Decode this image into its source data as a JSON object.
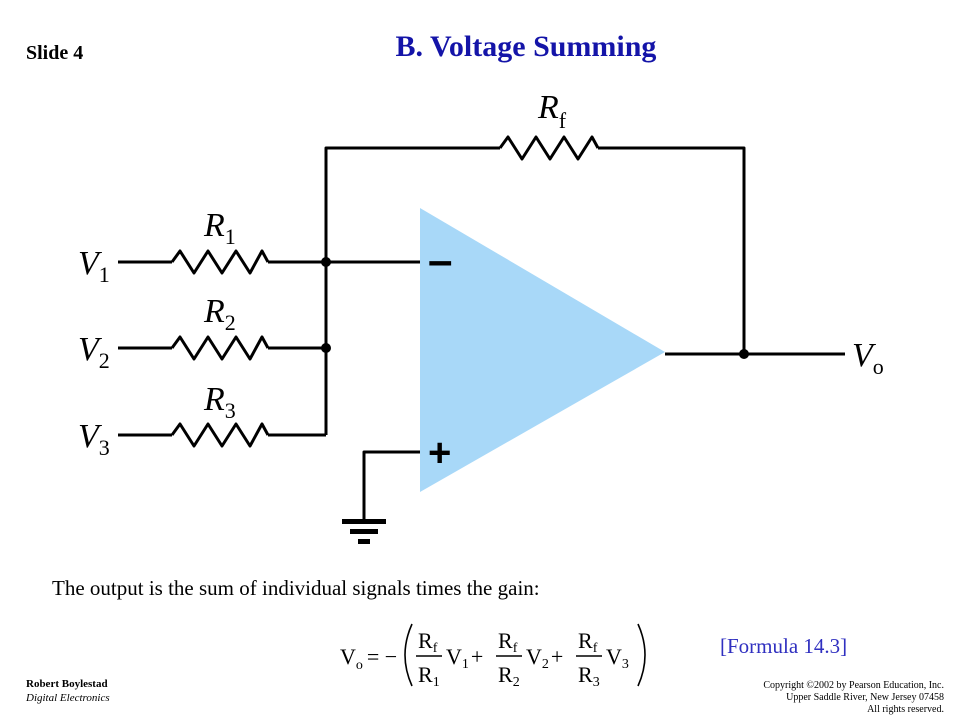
{
  "slide": {
    "label": "Slide 4",
    "title": "B. Voltage Summing"
  },
  "circuit": {
    "rf_label": "R",
    "rf_sub": "f",
    "inputs": [
      {
        "v": "V",
        "v_sub": "1",
        "r": "R",
        "r_sub": "1"
      },
      {
        "v": "V",
        "v_sub": "2",
        "r": "R",
        "r_sub": "2"
      },
      {
        "v": "V",
        "v_sub": "3",
        "r": "R",
        "r_sub": "3"
      }
    ],
    "output": {
      "v": "V",
      "v_sub": "o"
    },
    "minus": "–",
    "plus": "+",
    "opamp_color": "#a8d8f8"
  },
  "caption": "The output is the sum of individual signals times the gain:",
  "formula": {
    "lhs": "V",
    "lhs_sub": "o",
    "eq": "= −",
    "terms": [
      {
        "num": "R",
        "num_sub": "f",
        "den": "R",
        "den_sub": "1",
        "v": "V",
        "v_sub": "1",
        "op": "+"
      },
      {
        "num": "R",
        "num_sub": "f",
        "den": "R",
        "den_sub": "2",
        "v": "V",
        "v_sub": "2",
        "op": "+"
      },
      {
        "num": "R",
        "num_sub": "f",
        "den": "R",
        "den_sub": "3",
        "v": "V",
        "v_sub": "3",
        "op": ""
      }
    ],
    "ref": "[Formula 14.3]"
  },
  "footer": {
    "author": "Robert Boylestad",
    "book": "Digital Electronics",
    "copyright": [
      "Copyright ©2002 by Pearson Education, Inc.",
      "Upper Saddle River, New Jersey 07458",
      "All rights reserved."
    ]
  }
}
